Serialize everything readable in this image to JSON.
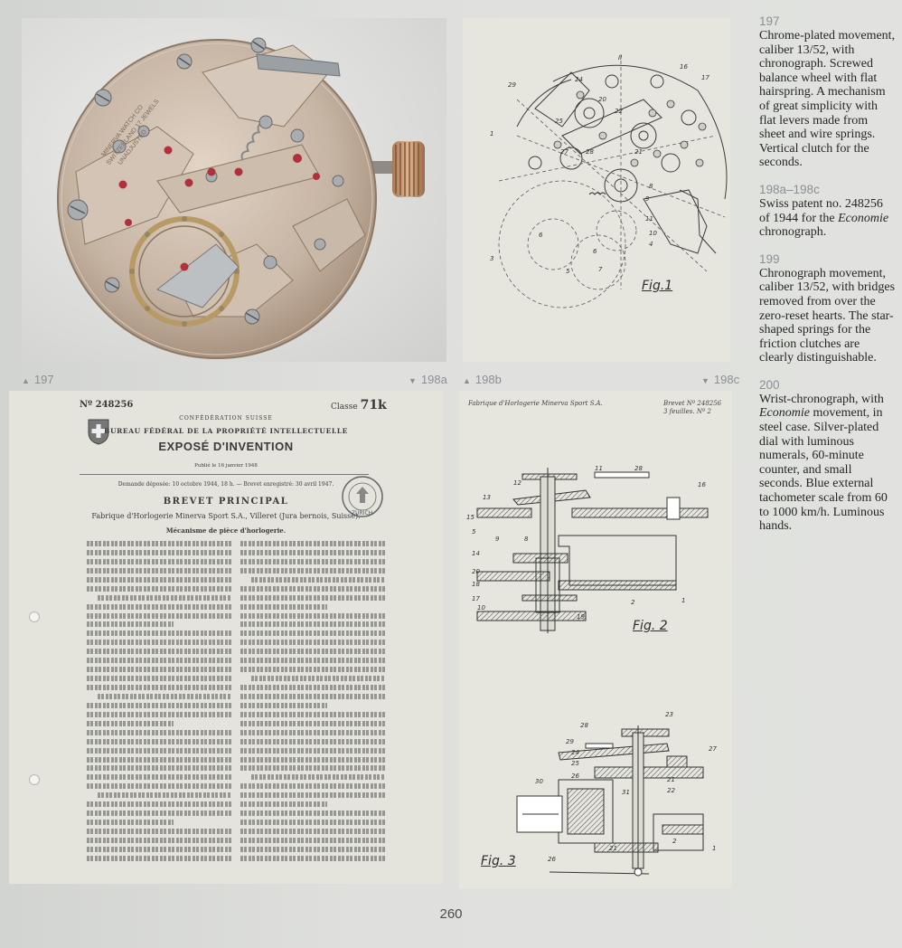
{
  "figures": {
    "f197": {
      "label": "197"
    },
    "f198a": {
      "label": "198a"
    },
    "f198b": {
      "label": "198b"
    },
    "f198c": {
      "label": "198c"
    }
  },
  "captions": [
    {
      "num": "197",
      "text": "Chrome-plated movement, caliber 13/52, with chronograph. Screwed balance wheel with flat hairspring. A mechanism of great simplicity with flat levers made from sheet and wire springs. Vertical clutch for the seconds."
    },
    {
      "num": "198a–198c",
      "text_before": "Swiss patent no. 248256 of 1944 for the ",
      "text_italic": "Economie",
      "text_after": " chronograph."
    },
    {
      "num": "199",
      "text": "Chronograph movement, caliber 13/52, with bridges removed from over the zero-reset hearts. The star-shaped springs for the friction clutches are clearly distinguishable."
    },
    {
      "num": "200",
      "text_before": "Wrist-chronograph, with ",
      "text_italic": "Economie",
      "text_after": " movement, in steel case. Silver-plated dial with luminous numerals, 60-minute counter, and small seconds. Blue external tachometer scale from 60 to 1000 km/h. Luminous hands."
    }
  ],
  "page_number": "260",
  "patent": {
    "number": "Nº 248256",
    "class_label": "Classe",
    "class_value": "71k",
    "confederation": "CONFÉDÉRATION SUISSE",
    "bureau": "BUREAU FÉDÉRAL DE LA PROPRIÉTÉ INTELLECTUELLE",
    "title": "EXPOSÉ D'INVENTION",
    "published": "Publié le 16 janvier 1948",
    "filing": "Demande déposée: 10 octobre 1944, 18 h. — Brevet enregistré: 30 avril 1947.",
    "heading": "BREVET PRINCIPAL",
    "holder": "Fabrique d'Horlogerie Minerva Sport S.A., Villeret (Jura bernois, Suisse).",
    "subject": "Mécanisme de pièce d'horlogerie.",
    "stamp": "ZÜRICH"
  },
  "drawing": {
    "header_left": "Fabrique d'Horlogerie Minerva Sport S.A.",
    "header_right_1": "Brevet Nº 248256",
    "header_right_2": "3 feuilles. Nº 2",
    "fig1": "Fig.1",
    "fig2": "Fig. 2",
    "fig3": "Fig. 3"
  },
  "movement_engraving": [
    "MINERVA WATCH CO",
    "SWITZERLAND 17 JEWELS",
    "UNADJUSTED"
  ],
  "colors": {
    "caption_number": "#8a9097",
    "caption_text": "#262626",
    "page_background": "#dfe0dd",
    "movement_metal": "#c9b8a8",
    "jewel": "#b0303c"
  }
}
